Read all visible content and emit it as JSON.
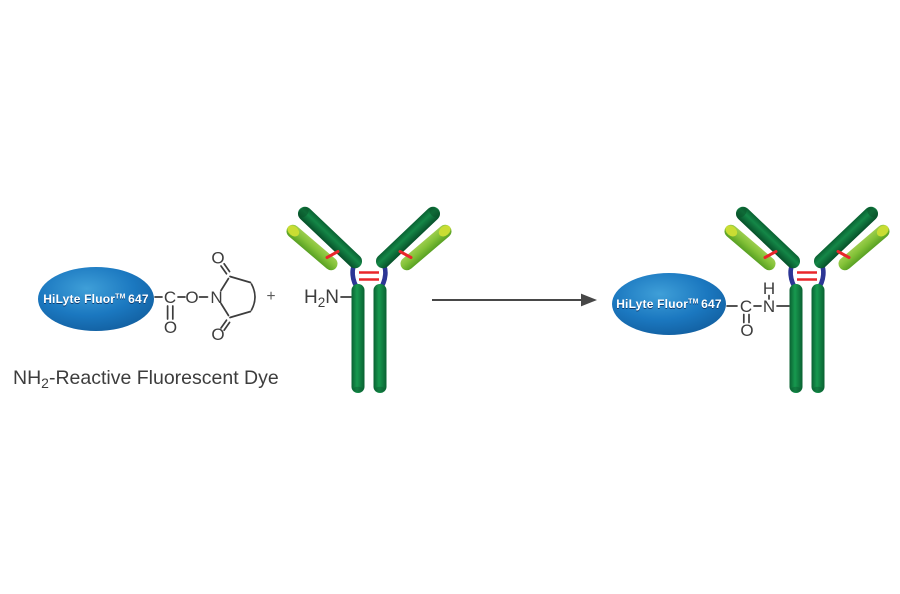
{
  "dye": {
    "brand": "HiLyte Fluor",
    "trademark": "TM",
    "variant": "647"
  },
  "atoms": {
    "carbon": "C",
    "oxygen": "O",
    "nitrogen": "N",
    "hydrogen": "H"
  },
  "caption": {
    "prefix": "NH",
    "subscript": "2",
    "suffix": "-Reactive Fluorescent Dye"
  },
  "amine": {
    "h": "H",
    "subscript": "2",
    "n": "N"
  },
  "operators": {
    "plus": "+"
  },
  "colors": {
    "background": "#ffffff",
    "dye_blue": "#1b78c0",
    "dye_blue_highlight": "#3f9fd8",
    "dye_blue_edge": "#115c9c",
    "dye_text": "#ffffff",
    "dye_text_shadow": "#0e3e74",
    "heavy_chain_green": "#17994f",
    "heavy_chain_edge": "#0a6132",
    "fab_arm_green": "#148747",
    "fab_arm_edge": "#07512a",
    "light_chain_light": "#9ccd4e",
    "light_chain_green": "#82c137",
    "light_chain_edge": "#58a023",
    "light_chain_tip": "#c9dd33",
    "hinge_blue": "#2c3695",
    "disulfide_red": "#e9262b",
    "bond_gray": "#3d3d3d",
    "arrow_gray": "#474747"
  }
}
